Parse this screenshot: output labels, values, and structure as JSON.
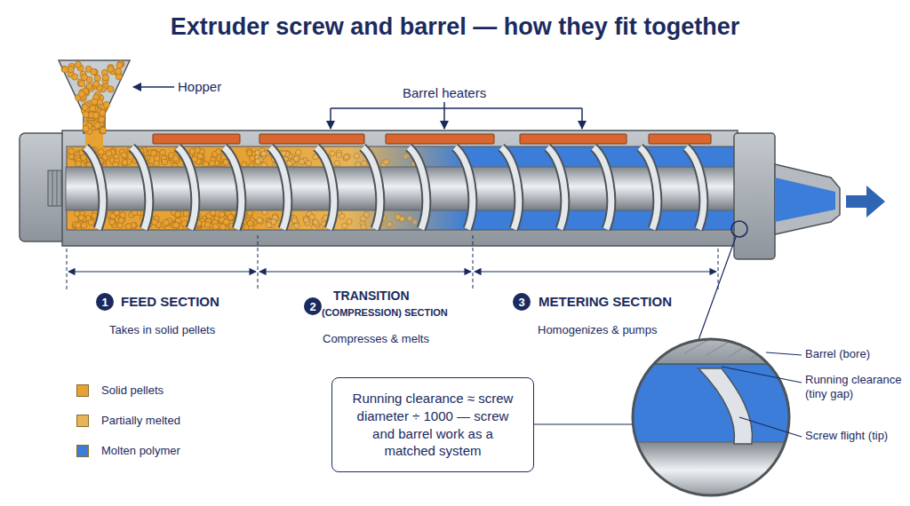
{
  "diagram": {
    "title": "Extruder screw and barrel — how they fit together",
    "nodes": [
      {
        "text": [
          "Running clearance ≈ screw diameter ÷ 1000 — screw and barrel work as a matched system"
        ]
      }
    ],
    "labels": [
      "Hopper",
      "Barrel heaters",
      "1",
      "FEED SECTION",
      "Takes in solid pellets",
      "2",
      "TRANSITION",
      "(COMPRESSION) SECTION",
      "Compresses & melts",
      "3",
      "METERING SECTION",
      "Homogenizes & pumps",
      "Barrel (bore)",
      "Running clearance (tiny gap)",
      "Screw flight (tip)"
    ],
    "legend": [
      {
        "text": "Solid pellets",
        "color": "#e8a234"
      },
      {
        "text": "Partially melted",
        "color": "#e8b458"
      },
      {
        "text": "Molten polymer",
        "color": "#3b7dd8"
      }
    ]
  }
}
